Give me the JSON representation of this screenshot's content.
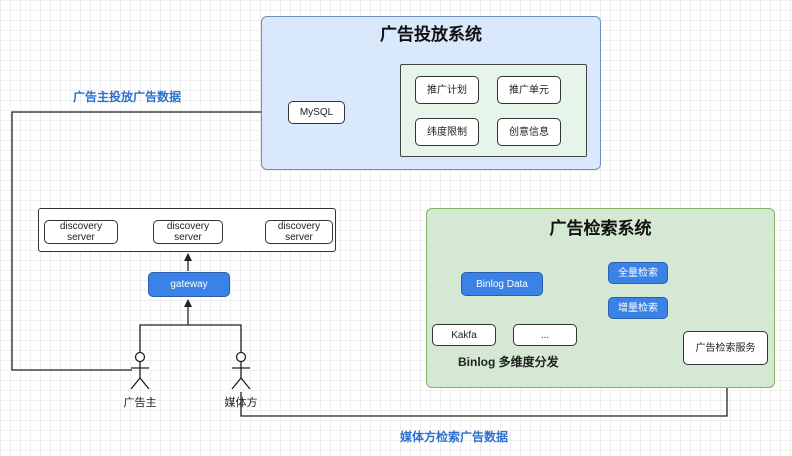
{
  "ad_system": {
    "title": "广告投放系统",
    "mysql": "MySQL",
    "modules": [
      "推广计划",
      "推广单元",
      "纬度限制",
      "创意信息"
    ]
  },
  "retrieval_system": {
    "title": "广告检索系统",
    "binlog_data": "Binlog Data",
    "kafka": "Kakfa",
    "ellipsis": "...",
    "binlog_caption": "Binlog 多维度分发",
    "full_search": "全量检索",
    "incremental_search": "增量检索",
    "search_service": "广告检索服务"
  },
  "cluster": {
    "servers": [
      "discovery\nserver",
      "discovery\nserver",
      "discovery\nserver"
    ],
    "gateway": "gateway"
  },
  "actors": {
    "advertiser": "广告主",
    "media": "媒体方"
  },
  "flows": {
    "advertiser_flow": "广告主投放广告数据",
    "media_flow": "媒体方检索广告数据"
  },
  "colors": {
    "panel_blue": "#dae8fc",
    "panel_green": "#d5e8d4",
    "accent_blue": "#3b82e6",
    "label_blue": "#2f6fd0"
  }
}
